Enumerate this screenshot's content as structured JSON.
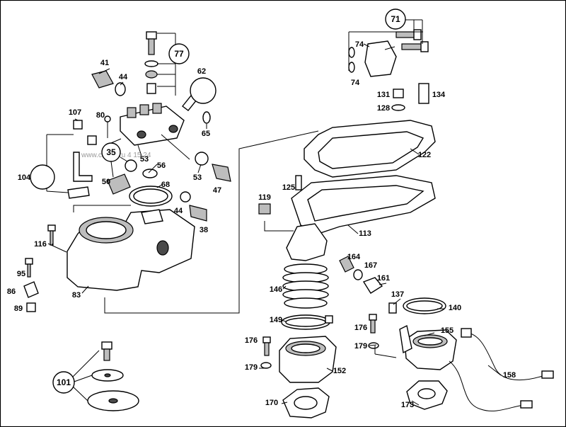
{
  "watermark": "www.c...a.s.ru 4 15 24",
  "circled_callouts": [
    "77",
    "62",
    "35",
    "71",
    "104",
    "101"
  ],
  "part_labels": {
    "p41": "41",
    "p44a": "44",
    "p107": "107",
    "p80": "80",
    "p65": "65",
    "p53a": "53",
    "p53b": "53",
    "p56": "56",
    "p47": "47",
    "p50": "50",
    "p68": "68",
    "p44b": "44",
    "p38": "38",
    "p116": "116",
    "p95": "95",
    "p86": "86",
    "p89": "89",
    "p83": "83",
    "p74a": "74",
    "p74b": "74",
    "p131": "131",
    "p134": "134",
    "p128": "128",
    "p122": "122",
    "p125": "125",
    "p119": "119",
    "p113": "113",
    "p164": "164",
    "p167": "167",
    "p161": "161",
    "p137": "137",
    "p146": "146",
    "p140": "140",
    "p149": "149",
    "p176a": "176",
    "p176b": "176",
    "p155": "155",
    "p179a": "179",
    "p179b": "179",
    "p152": "152",
    "p158": "158",
    "p170": "170",
    "p173": "173"
  },
  "colors": {
    "line": "#000000",
    "background": "#ffffff",
    "shade": "#4a4a4a",
    "watermark": "#9a9a9a"
  }
}
